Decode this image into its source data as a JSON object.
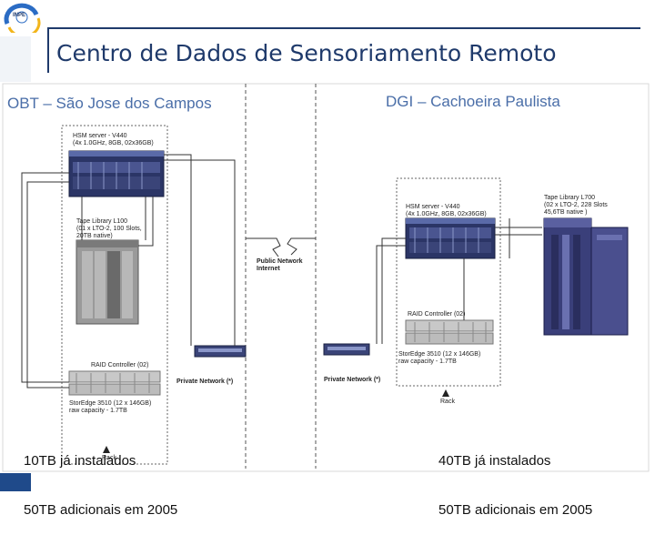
{
  "slide": {
    "title": "Centro de Dados de Sensoriamento Remoto"
  },
  "logo": {
    "text": "INPE"
  },
  "sites": {
    "left": {
      "name": "OBT – São Jose dos Campos",
      "hsm_label": "HSM server - V440\n(4x 1.0GHz, 8GB, 02x36GB)",
      "tape_label": "Tape Library L100\n(01 x LTO-2, 100 Slots,\n20TB native)",
      "raid_label": "RAID Controller (02)",
      "storedge_label": "StorEdge 3510 (12 x 146GB)\nraw capacity - 1.7TB",
      "rack_label": "Rack",
      "private_net_label": "Private Network (*)",
      "note_line1": "10TB já instalados",
      "note_line2": "50TB adicionais em 2005"
    },
    "right": {
      "name": "DGI – Cachoeira Paulista",
      "hsm_label": "HSM server - V440\n(4x 1.0GHz, 8GB, 02x36GB)",
      "tape_label": "Tape Library L700\n(02 x LTO-2, 228 Slots\n45,6TB native )",
      "raid_label": "RAID Controller (02)",
      "storedge_label": "StorEdge 3510 (12 x 146GB)\nraw capacity - 1.7TB",
      "rack_label": "Rack",
      "private_net_label": "Private Network (*)",
      "note_line1": "40TB já instalados",
      "note_line2": "50TB adicionais em 2005"
    },
    "public_net_label": "Public Network\nInternet"
  },
  "colors": {
    "title": "#1f3a6b",
    "site_text": "#4a6ea8",
    "server_dark": "#2b3566",
    "server_mid": "#5a6aa8",
    "tape_gray": "#9a9a9a",
    "tape_l700": "#3a3f7a"
  }
}
